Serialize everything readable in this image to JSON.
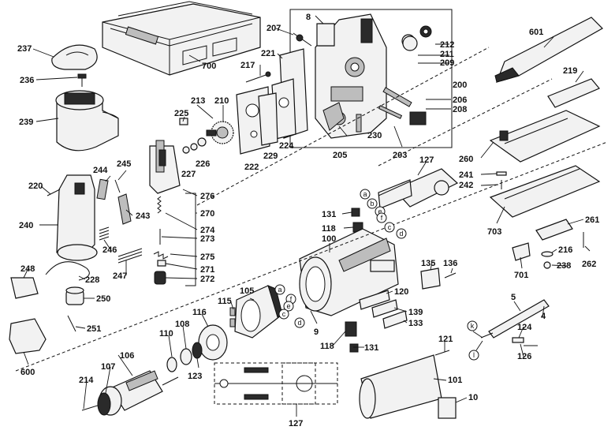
{
  "labels": {
    "p237": "237",
    "p700": "700",
    "p236": "236",
    "p239": "239",
    "p207": "207",
    "p8": "8",
    "p221": "221",
    "p217": "217",
    "p212": "212",
    "p211": "211",
    "p209": "209",
    "p200": "200",
    "p213": "213",
    "p210": "210",
    "p225": "225",
    "p206": "206",
    "p208": "208",
    "p230": "230",
    "p224": "224",
    "p227": "227",
    "p226": "226",
    "p222": "222",
    "p229": "229",
    "p205": "205",
    "p203": "203",
    "p601": "601",
    "p219": "219",
    "p260": "260",
    "p241": "241",
    "p242": "242",
    "p244": "244",
    "p245": "245",
    "p220": "220",
    "p276": "276",
    "p270": "270",
    "p243": "243",
    "p240": "240",
    "p274": "274",
    "p273": "273",
    "p246": "246",
    "p275": "275",
    "p271": "271",
    "p272": "272",
    "p247": "247",
    "p248": "248",
    "p228": "228",
    "p250": "250",
    "p251": "251",
    "p600": "600",
    "p127a": "127",
    "p131a": "131",
    "p118a": "118",
    "p100": "100",
    "p135": "135",
    "p136": "136",
    "p703": "703",
    "p261": "261",
    "p216": "216",
    "p262": "262",
    "p701": "701",
    "p238": "238",
    "p105": "105",
    "p115": "115",
    "p120": "120",
    "p139": "139",
    "p133": "133",
    "p116": "116",
    "p9": "9",
    "p118b": "118",
    "p131b": "131",
    "p108": "108",
    "p110": "110",
    "p106": "106",
    "p123": "123",
    "p107": "107",
    "p214": "214",
    "p121": "121",
    "p101": "101",
    "p10": "10",
    "p127b": "127",
    "p5": "5",
    "p4": "4",
    "p124": "124",
    "p126": "126"
  },
  "connectors": {
    "a1": "a",
    "b1": "b",
    "e1": "e",
    "f1": "f",
    "c1": "c",
    "d1": "d",
    "a2": "a",
    "f2": "f",
    "e2": "e",
    "c2": "c",
    "d2": "d",
    "k": "k",
    "l": "l"
  }
}
